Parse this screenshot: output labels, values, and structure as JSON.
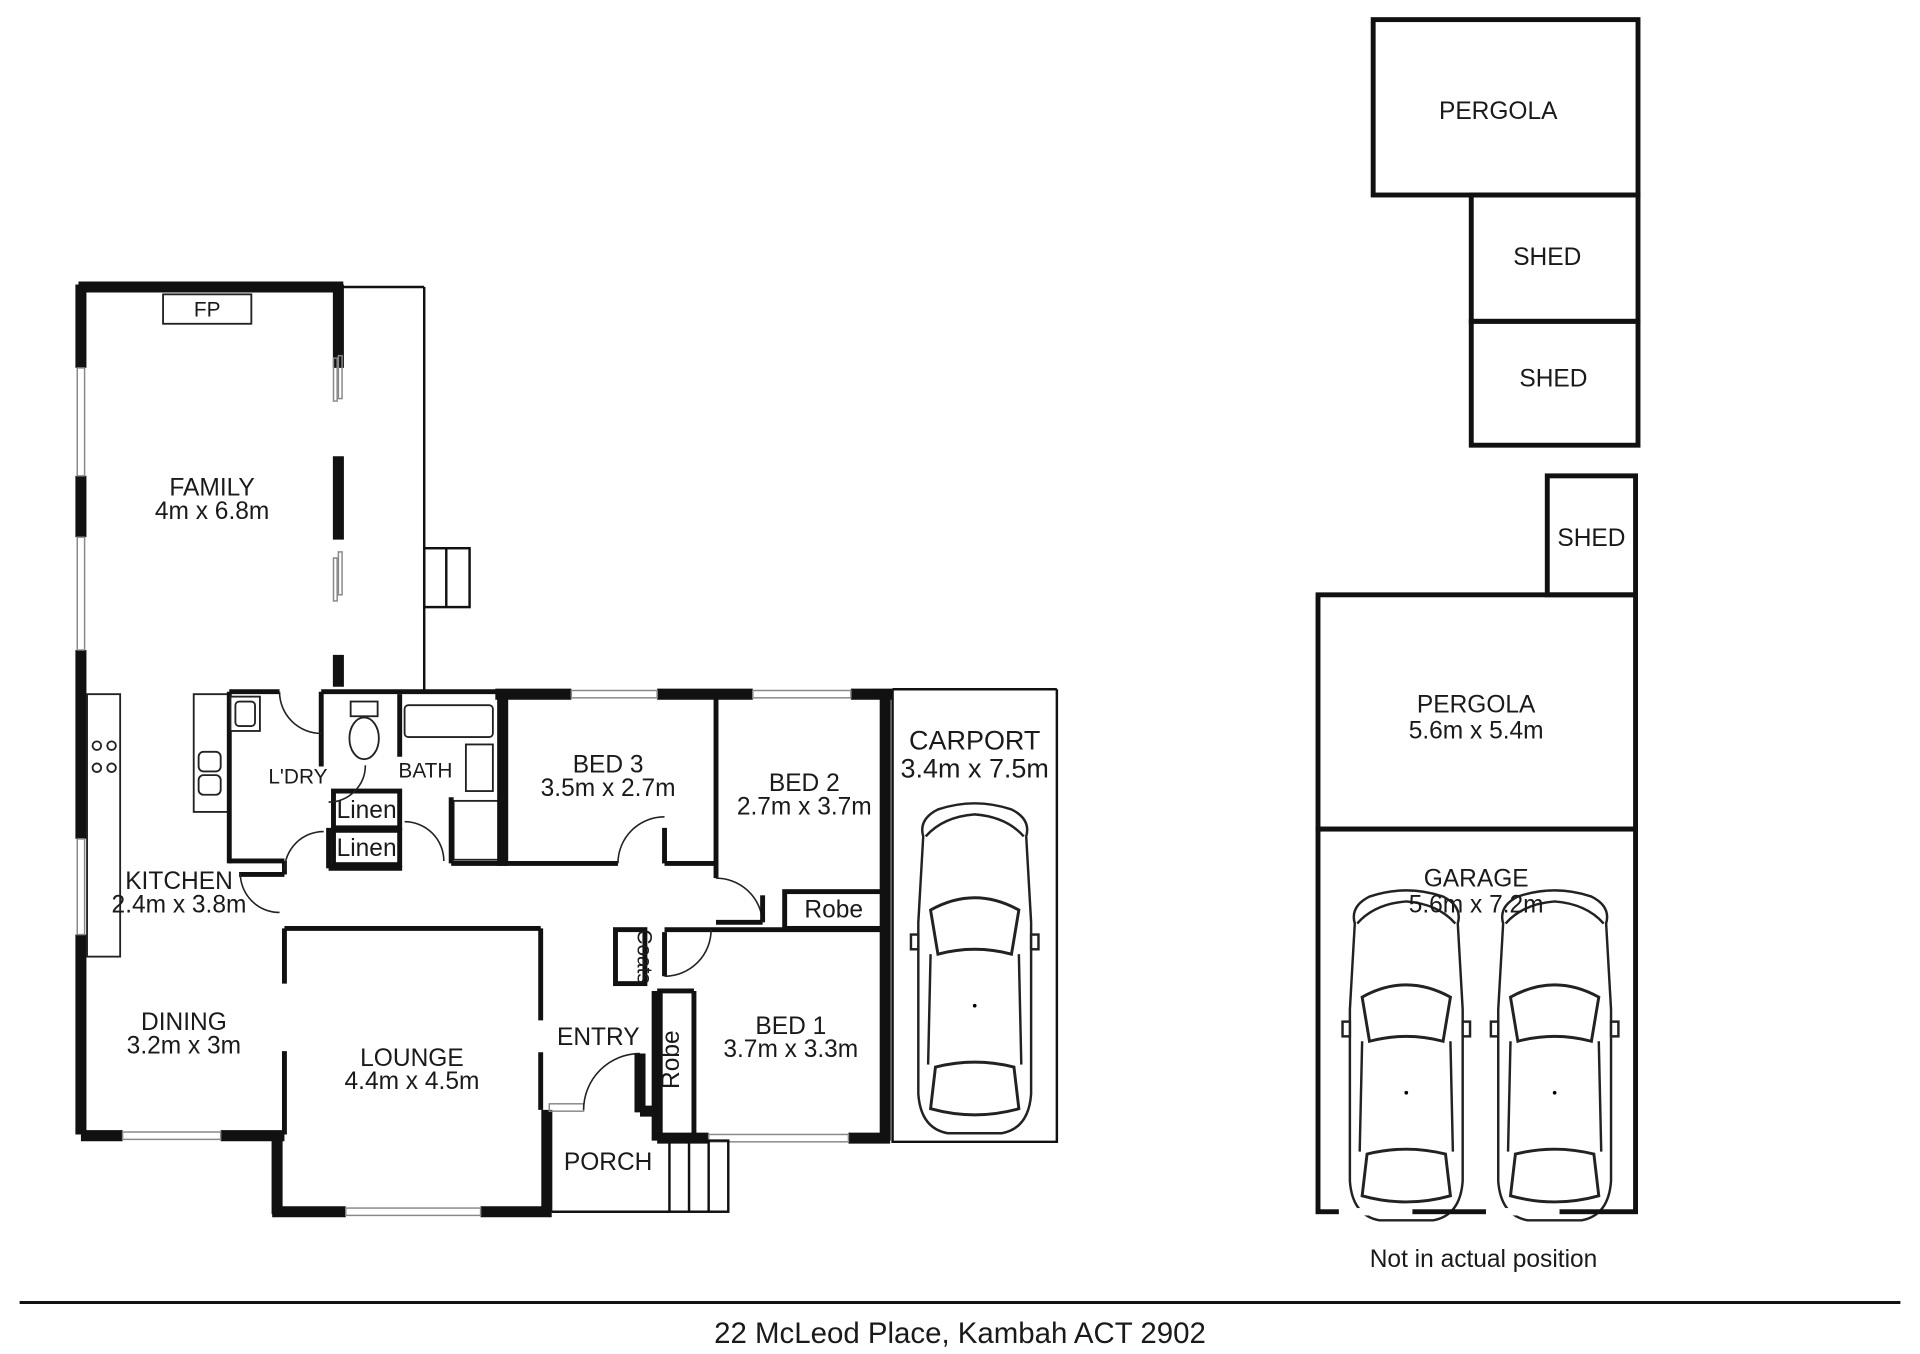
{
  "rooms": {
    "fp": "FP",
    "family": {
      "name": "FAMILY",
      "size": "4m x 6.8m"
    },
    "kitchen": {
      "name": "KITCHEN",
      "size": "2.4m x 3.8m"
    },
    "dining": {
      "name": "DINING",
      "size": "3.2m x 3m"
    },
    "lounge": {
      "name": "LOUNGE",
      "size": "4.4m x 4.5m"
    },
    "laundry": {
      "name": "L'DRY"
    },
    "bath": {
      "name": "BATH"
    },
    "linen1": {
      "name": "Linen"
    },
    "linen2": {
      "name": "Linen"
    },
    "bed3": {
      "name": "BED 3",
      "size": "3.5m x 2.7m"
    },
    "bed2": {
      "name": "BED 2",
      "size": "2.7m x 3.7m"
    },
    "bed2_robe": {
      "name": "Robe"
    },
    "bed1": {
      "name": "BED 1",
      "size": "3.7m x 3.3m"
    },
    "bed1_robe": {
      "name": "Robe"
    },
    "coats": {
      "name": "Coats"
    },
    "entry": {
      "name": "ENTRY"
    },
    "porch": {
      "name": "PORCH"
    },
    "carport": {
      "name": "CARPORT",
      "size": "3.4m x 7.5m"
    }
  },
  "outbuildings": {
    "pergola_top": {
      "name": "PERGOLA"
    },
    "shed1": {
      "name": "SHED"
    },
    "shed2": {
      "name": "SHED"
    },
    "shed3": {
      "name": "SHED"
    },
    "pergola": {
      "name": "PERGOLA",
      "size": "5.6m x 5.4m"
    },
    "garage": {
      "name": "GARAGE",
      "size": "5.6m x 7.2m"
    },
    "note": "Not in actual position"
  },
  "footer": {
    "address": "22 McLeod Place, Kambah ACT 2902"
  }
}
